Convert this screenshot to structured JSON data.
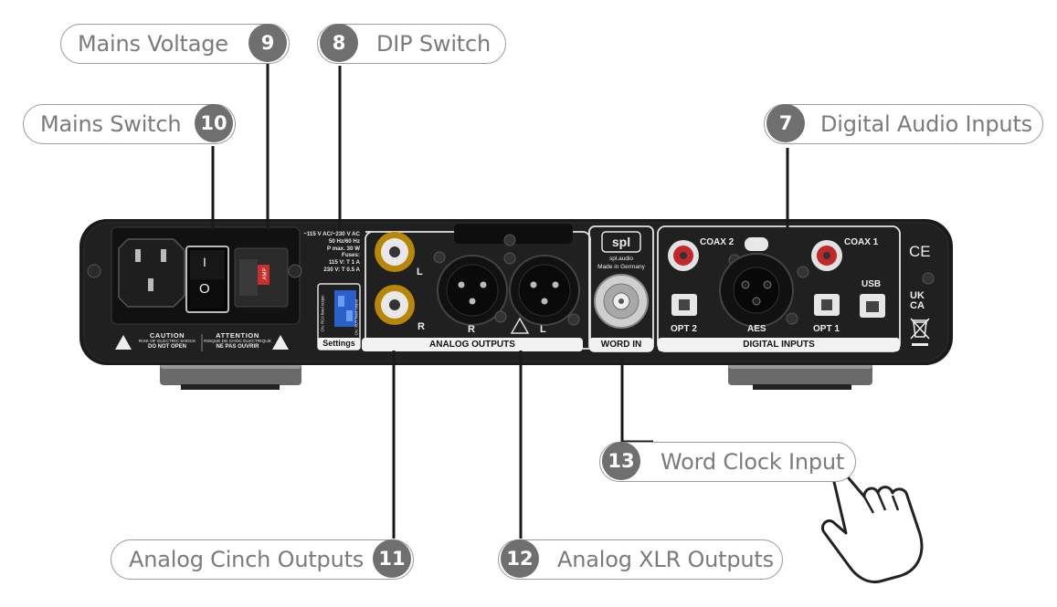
{
  "callouts": {
    "mains_voltage": {
      "number": "9",
      "label": "Mains Voltage"
    },
    "dip_switch": {
      "number": "8",
      "label": "DIP Switch"
    },
    "mains_switch": {
      "number": "10",
      "label": "Mains Switch"
    },
    "digital_audio_inputs": {
      "number": "7",
      "label": "Digital Audio Inputs"
    },
    "word_clock_input": {
      "number": "13",
      "label": "Word Clock Input"
    },
    "analog_cinch_outputs": {
      "number": "11",
      "label": "Analog Cinch Outputs"
    },
    "analog_xlr_outputs": {
      "number": "12",
      "label": "Analog XLR Outputs"
    }
  },
  "panel": {
    "voltage_text": [
      "~115 V AC/~230 V AC",
      "50 Hz/60 Hz",
      "P max. 30 W",
      "Fuses:",
      "115 V: T 1 A",
      "230 V: T 0.5 A"
    ],
    "caution_title": "CAUTION",
    "caution_line1": "RISK OF ELECTRIC SHOCK",
    "caution_line2": "DO NOT OPEN",
    "attention_title": "ATTENTION",
    "attention_line1": "RISQUE DE CHOC ÉLECTRIQUE",
    "attention_line2": "NE PAS OUVRIR",
    "switch_on": "I",
    "switch_off": "O",
    "fuse_label": "AMP",
    "dip_text_left": "ON: RCA fixed output",
    "dip_text_right": "ON: XLR fixed output",
    "settings_label": "Settings",
    "cinch_l": "L",
    "cinch_r": "R",
    "xlr_r": "R",
    "xlr_l": "L",
    "analog_outputs_label": "ANALOG OUTPUTS",
    "brand_logo": "spl",
    "brand_url": "spl.audio",
    "made_in": "Made in Germany",
    "word_in_label": "WORD IN",
    "coax2": "COAX 2",
    "coax1": "COAX 1",
    "opt2": "OPT 2",
    "opt1": "OPT 1",
    "aes": "AES",
    "usb": "USB",
    "digital_inputs_label": "DIGITAL INPUTS",
    "ce_mark": "CE",
    "ukca_mark_top": "UK",
    "ukca_mark_bottom": "CA"
  }
}
